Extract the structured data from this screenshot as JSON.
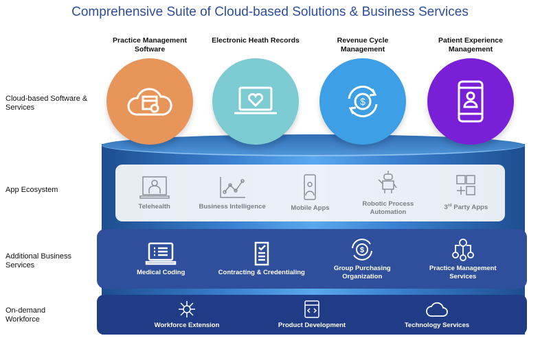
{
  "title": "Comprehensive Suite of Cloud-based Solutions & Business Services",
  "layers": {
    "cloud": "Cloud-based Software & Services",
    "apps": "App Ecosystem",
    "business": "Additional Business Services",
    "workforce": "On-demand Workforce"
  },
  "solutions": [
    {
      "label": "Practice Management Software",
      "color": "#e8955a"
    },
    {
      "label": "Electronic Heath Records",
      "color": "#7dcbd2"
    },
    {
      "label": "Revenue Cycle Management",
      "color": "#3d9fe6"
    },
    {
      "label": "Patient Experience Management",
      "color": "#7a1fd8"
    }
  ],
  "apps": [
    {
      "label": "Telehealth"
    },
    {
      "label": "Business Intelligence"
    },
    {
      "label": "Mobile Apps"
    },
    {
      "label": "Robotic Process Automation"
    },
    {
      "label_sup": "rd",
      "label_pre": "3",
      "label_post": " Party Apps"
    }
  ],
  "business": [
    {
      "label": "Medical Coding"
    },
    {
      "label": "Contracting & Credentialing"
    },
    {
      "label": "Group Purchasing Organization"
    },
    {
      "label": "Practice Management Services"
    }
  ],
  "workforce": [
    {
      "label": "Workforce Extension"
    },
    {
      "label": "Product Development"
    },
    {
      "label": "Technology Services"
    }
  ]
}
